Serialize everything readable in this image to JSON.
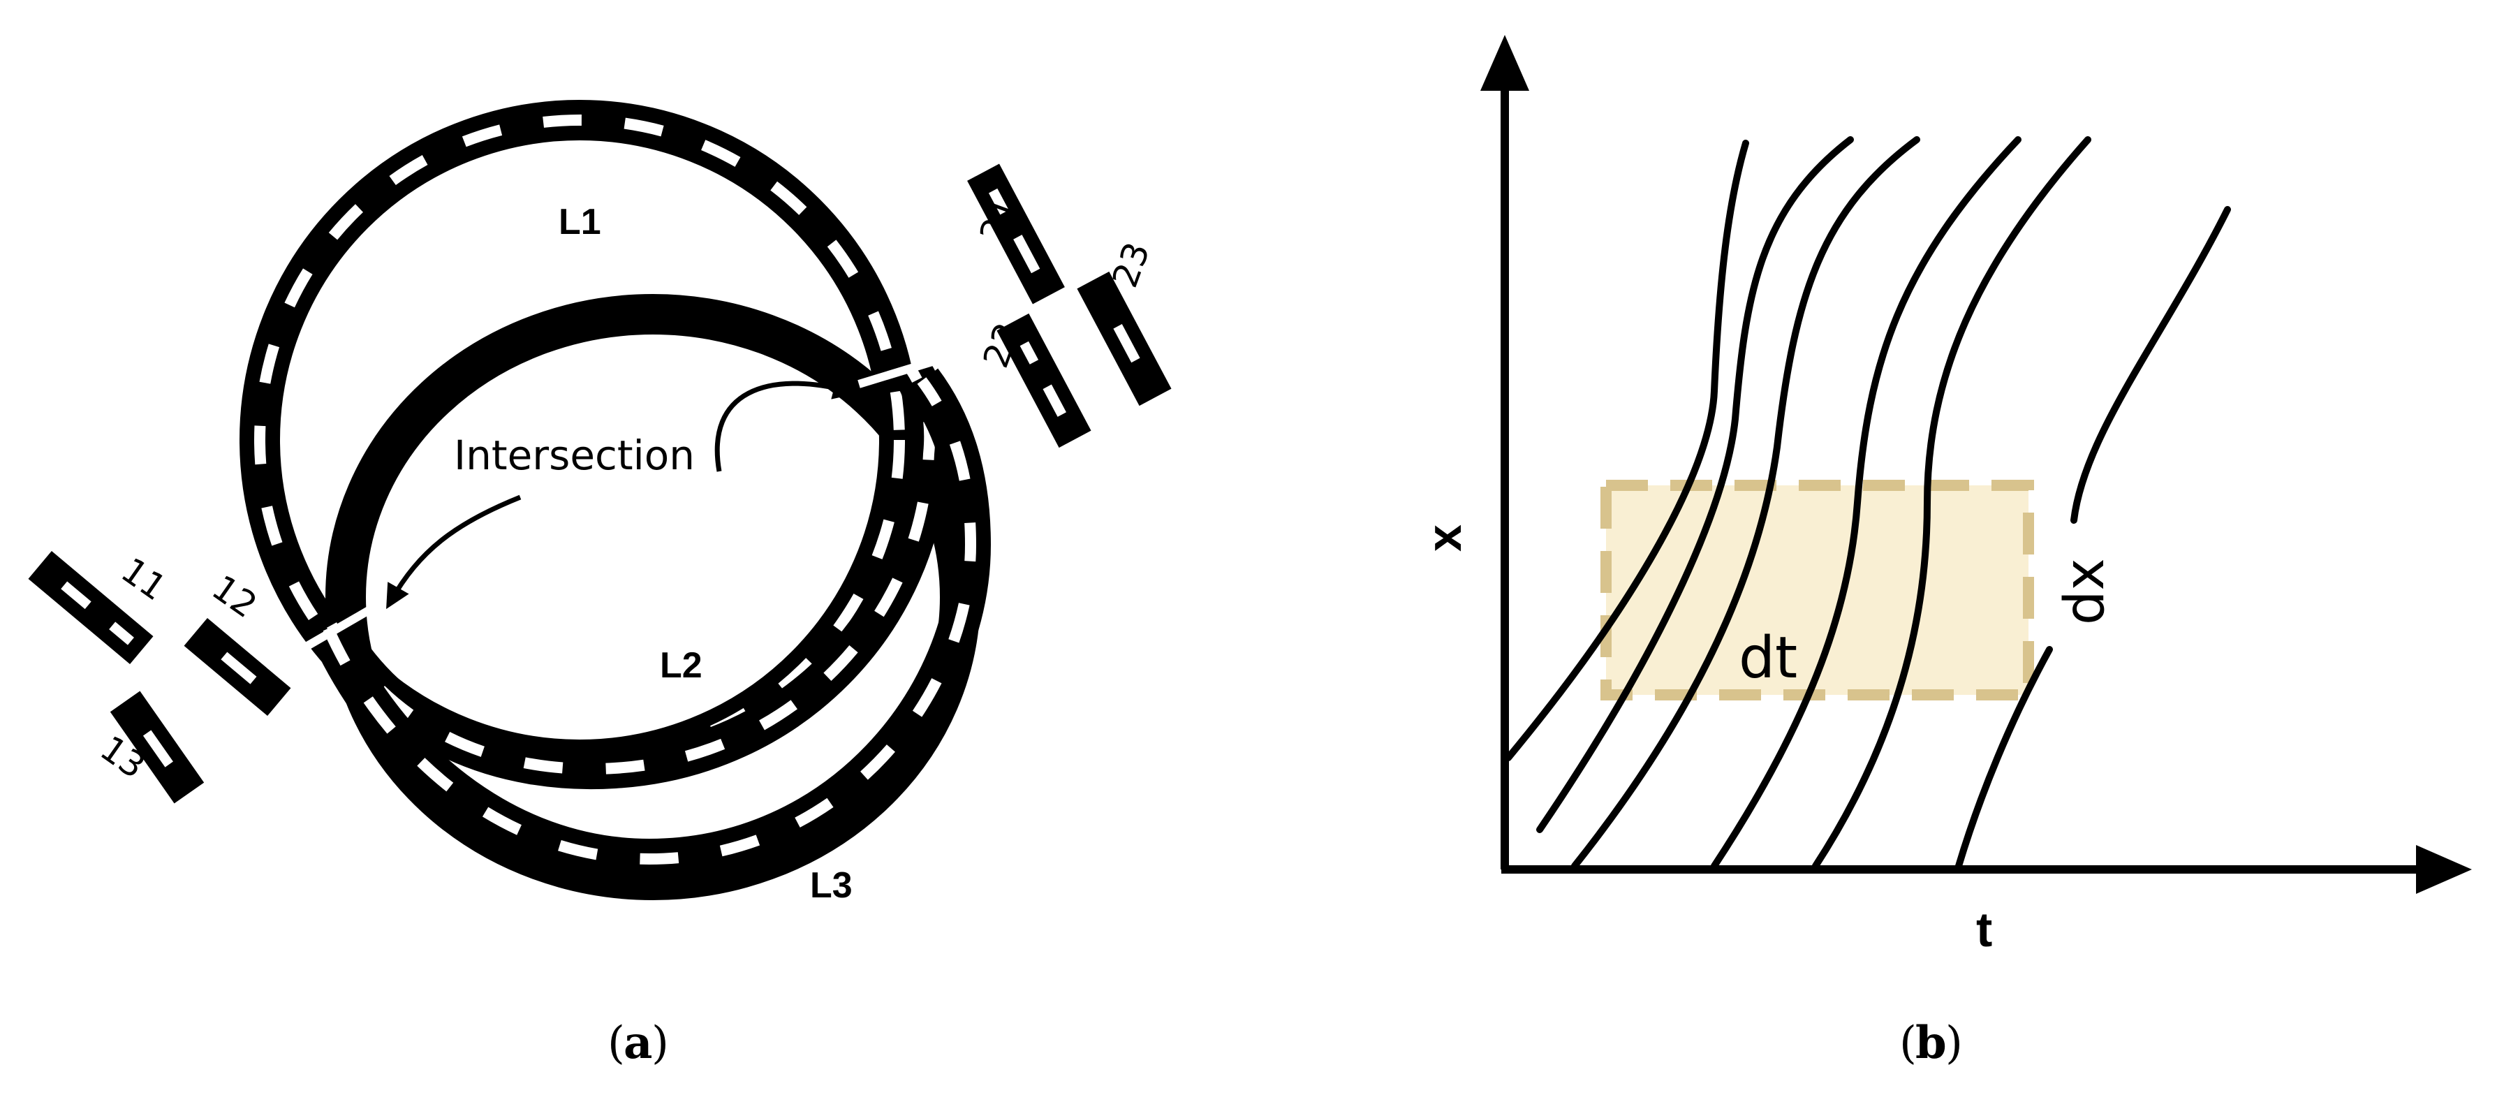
{
  "panel_a": {
    "caption_letter": "a",
    "ring_labels": {
      "l1": "L1",
      "l2": "L2",
      "l3": "L3"
    },
    "intersection_label": "Intersection",
    "link_labels": {
      "l11": "11",
      "l12": "12",
      "l13": "13",
      "l21": "21",
      "l22": "22",
      "l23": "23"
    }
  },
  "panel_b": {
    "caption_letter": "b",
    "x_axis_label": "t",
    "y_axis_label": "x",
    "box_width_label": "dt",
    "box_height_label": "dx",
    "box_fill": "#f8eccb",
    "box_stroke": "#d8c38d"
  }
}
